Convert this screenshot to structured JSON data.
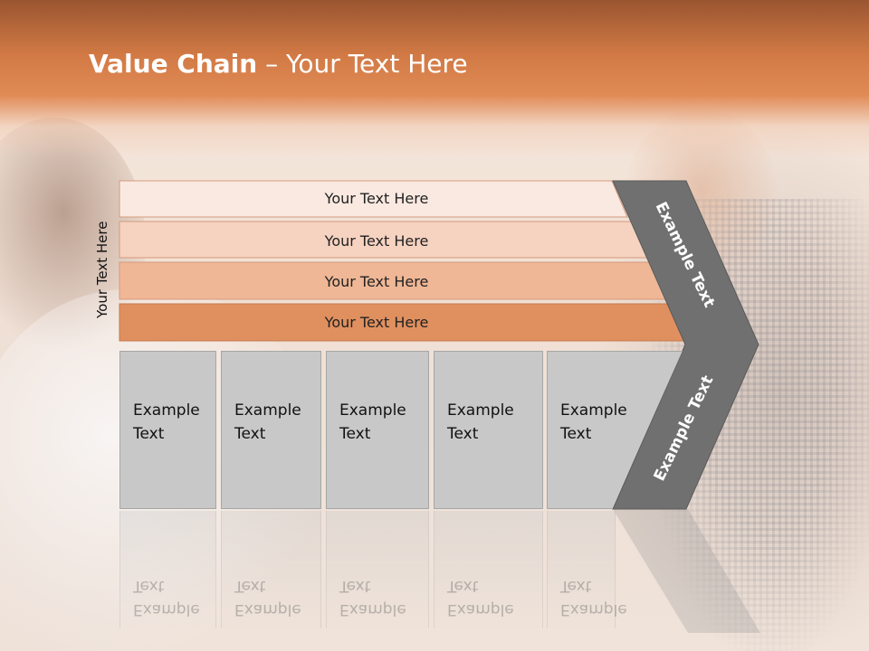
{
  "title": {
    "bold": "Value Chain",
    "rest": " – Your Text Here"
  },
  "side_label": "Your Text Here",
  "bars": [
    {
      "label": "Your Text Here"
    },
    {
      "label": "Your Text Here"
    },
    {
      "label": "Your Text Here"
    },
    {
      "label": "Your Text Here"
    }
  ],
  "boxes": [
    {
      "label": "Example\nText"
    },
    {
      "label": "Example\nText"
    },
    {
      "label": "Example\nText"
    },
    {
      "label": "Example\nText"
    },
    {
      "label": "Example\nText"
    }
  ],
  "arrow": {
    "upper": "Example Text",
    "lower": "Example Text"
  },
  "colors": {
    "bar1": "#fae9e1",
    "bar2": "#f6d2c0",
    "bar3": "#efb796",
    "bar4": "#e0905f",
    "box": "#c8c8c8",
    "arrow": "#707070",
    "header": "#d27a45"
  }
}
